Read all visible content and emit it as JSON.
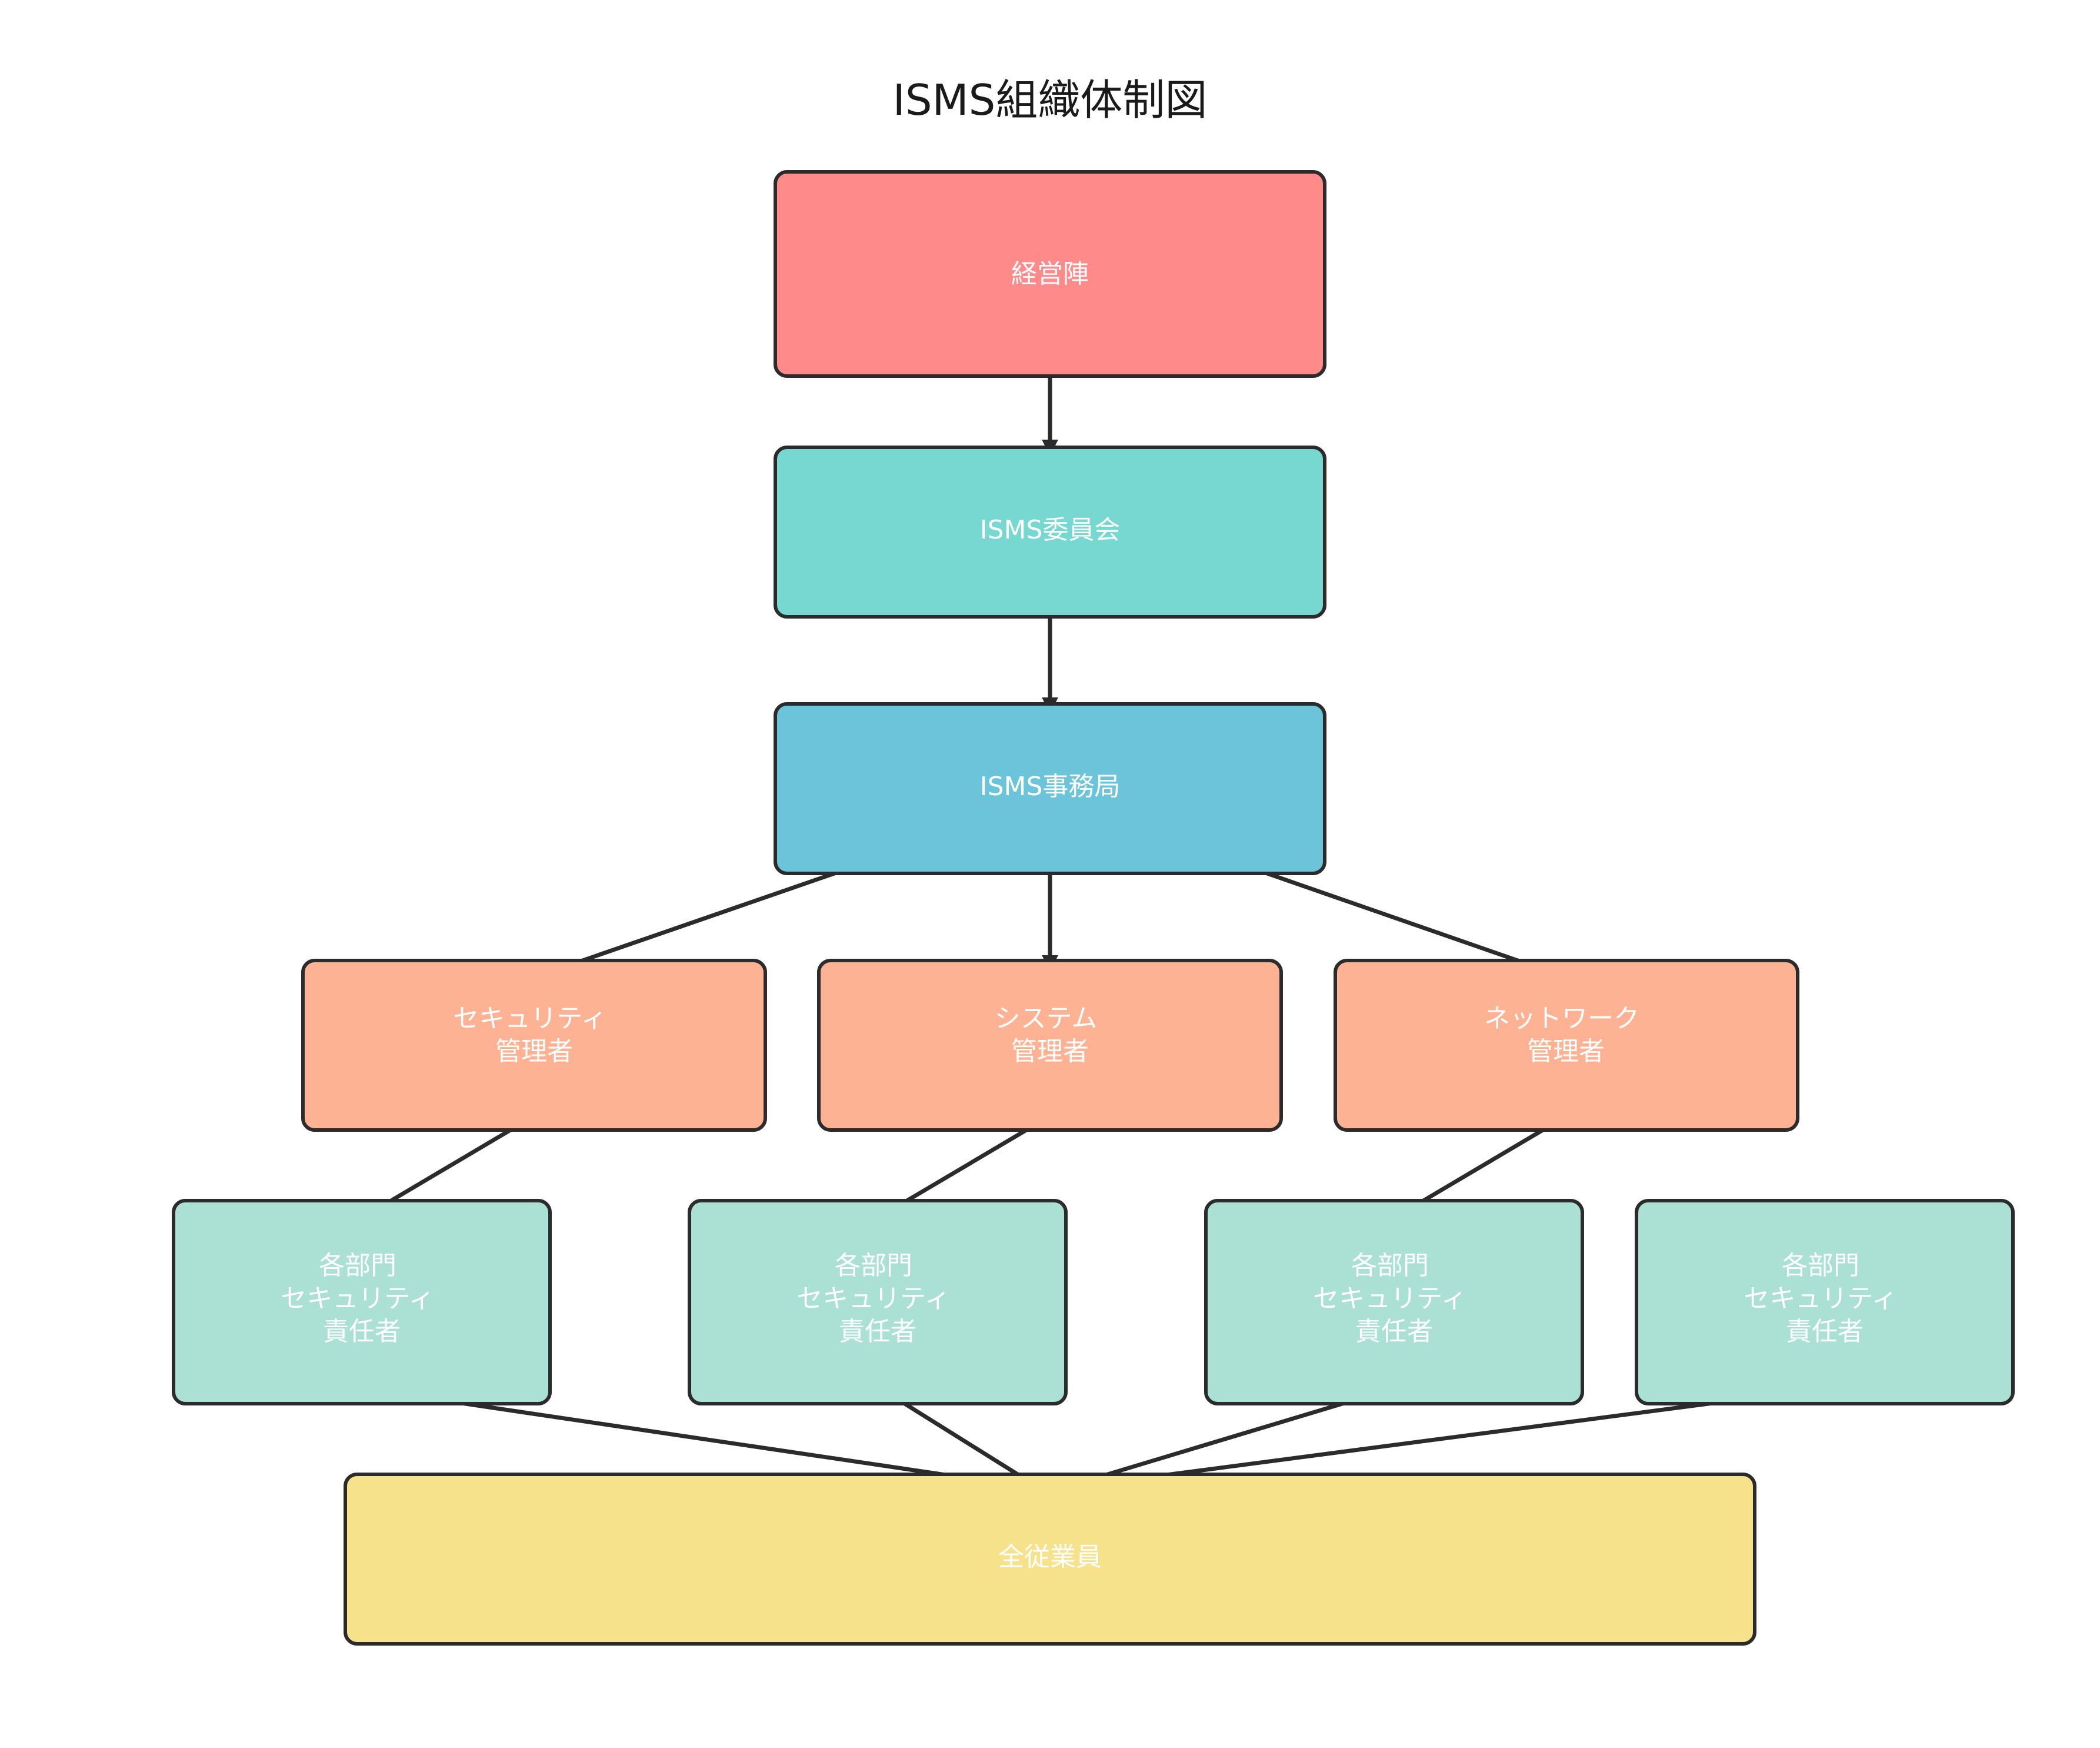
{
  "title": "ISMS組織体制図",
  "colors": {
    "executive": "#FF8A8A",
    "committee": "#76D8D0",
    "office": "#6BC4DA",
    "manager": "#FDB393",
    "dept": "#ABE0D5",
    "staff": "#F7E28C",
    "border": "#2B2B2B",
    "label": "#FFFFFF"
  },
  "nodes": {
    "executive": {
      "lines": [
        "経営陣"
      ]
    },
    "committee": {
      "lines": [
        "ISMS委員会"
      ]
    },
    "office": {
      "lines": [
        "ISMS事務局"
      ]
    },
    "security_manager": {
      "lines": [
        "セキュリティ",
        "管理者"
      ]
    },
    "system_manager": {
      "lines": [
        "システム",
        "管理者"
      ]
    },
    "network_manager": {
      "lines": [
        "ネットワーク",
        "管理者"
      ]
    },
    "dept_officer_1": {
      "lines": [
        "各部門",
        "セキュリティ",
        "責任者"
      ]
    },
    "dept_officer_2": {
      "lines": [
        "各部門",
        "セキュリティ",
        "責任者"
      ]
    },
    "dept_officer_3": {
      "lines": [
        "各部門",
        "セキュリティ",
        "責任者"
      ]
    },
    "dept_officer_4": {
      "lines": [
        "各部門",
        "セキュリティ",
        "責任者"
      ]
    },
    "all_staff": {
      "lines": [
        "全従業員"
      ]
    }
  }
}
